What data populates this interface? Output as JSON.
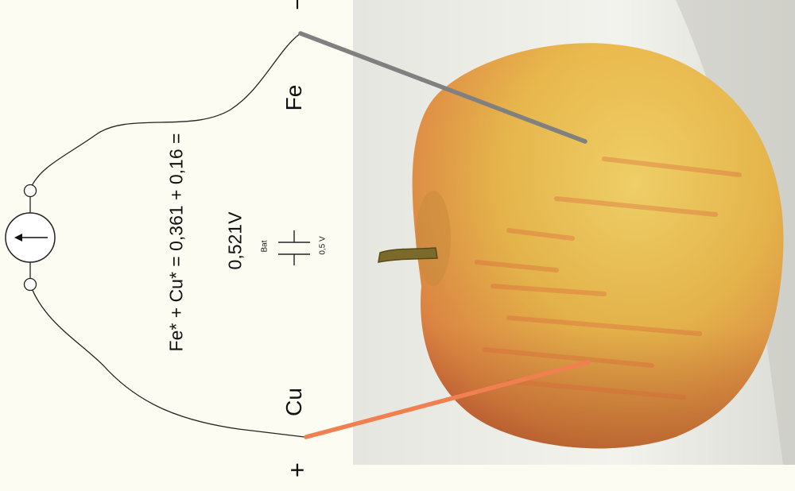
{
  "labels": {
    "minus_terminal": "−",
    "plus_terminal": "+",
    "fe_electrode": "Fe",
    "cu_electrode": "Cu",
    "equation": "Fe* + Cu* = 0,361 + 0,16 =",
    "result": "0,521V",
    "battery_label": "Bat",
    "battery_voltage": "0,5 V"
  },
  "colors": {
    "background": "#fcfcf2",
    "fe_electrode": "#808080",
    "cu_electrode": "#f08050",
    "wire": "#222222",
    "apple_yellow": "#e9bd48",
    "apple_red": "#e2793e"
  },
  "icons": {
    "meter": "ammeter-icon",
    "battery": "battery-icon",
    "fruit": "apple-photo"
  }
}
